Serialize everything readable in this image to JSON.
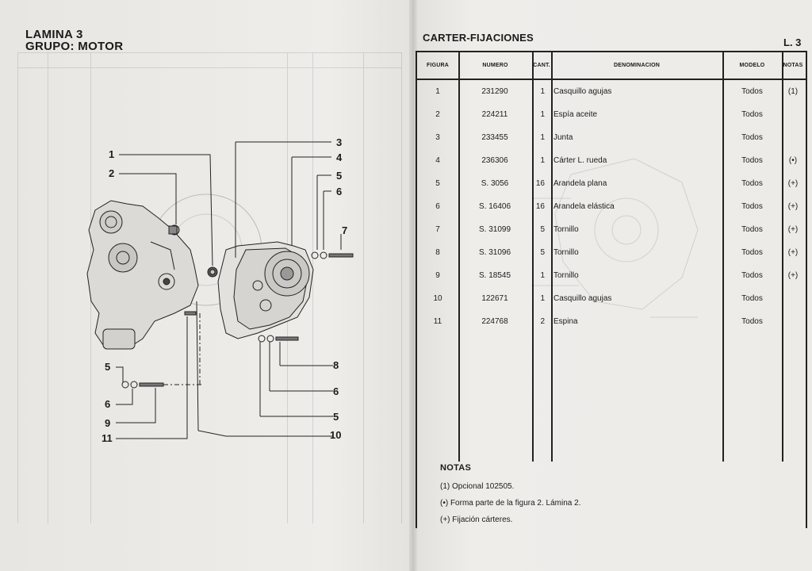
{
  "left": {
    "title_line1": "LAMINA 3",
    "title_line2": "GRUPO: MOTOR",
    "callouts_left": [
      "1",
      "2",
      "5",
      "6",
      "9",
      "11"
    ],
    "callouts_right": [
      "3",
      "4",
      "5",
      "6",
      "7",
      "8",
      "6",
      "5",
      "10"
    ]
  },
  "right": {
    "title": "CARTER-FIJACIONES",
    "code": "L. 3",
    "headers": {
      "figura": "FIGURA",
      "numero": "NUMERO",
      "cant": "CANT.",
      "denominacion": "DENOMINACION",
      "modelo": "MODELO",
      "notas": "NOTAS"
    },
    "rows": [
      {
        "figura": "1",
        "numero": "231290",
        "cant": "1",
        "denominacion": "Casquillo agujas",
        "modelo": "Todos",
        "notas": "(1)"
      },
      {
        "figura": "2",
        "numero": "224211",
        "cant": "1",
        "denominacion": "Espía aceite",
        "modelo": "Todos",
        "notas": ""
      },
      {
        "figura": "3",
        "numero": "233455",
        "cant": "1",
        "denominacion": "Junta",
        "modelo": "Todos",
        "notas": ""
      },
      {
        "figura": "4",
        "numero": "236306",
        "cant": "1",
        "denominacion": "Cárter L. rueda",
        "modelo": "Todos",
        "notas": "(•)"
      },
      {
        "figura": "5",
        "numero": "S. 3056",
        "cant": "16",
        "denominacion": "Arandela plana",
        "modelo": "Todos",
        "notas": "(+)"
      },
      {
        "figura": "6",
        "numero": "S. 16406",
        "cant": "16",
        "denominacion": "Arandela elástica",
        "modelo": "Todos",
        "notas": "(+)"
      },
      {
        "figura": "7",
        "numero": "S. 31099",
        "cant": "5",
        "denominacion": "Tornillo",
        "modelo": "Todos",
        "notas": "(+)"
      },
      {
        "figura": "8",
        "numero": "S. 31096",
        "cant": "5",
        "denominacion": "Tornillo",
        "modelo": "Todos",
        "notas": "(+)"
      },
      {
        "figura": "9",
        "numero": "S. 18545",
        "cant": "1",
        "denominacion": "Tornillo",
        "modelo": "Todos",
        "notas": "(+)"
      },
      {
        "figura": "10",
        "numero": "122671",
        "cant": "1",
        "denominacion": "Casquillo agujas",
        "modelo": "Todos",
        "notas": ""
      },
      {
        "figura": "11",
        "numero": "224768",
        "cant": "2",
        "denominacion": "Espina",
        "modelo": "Todos",
        "notas": ""
      }
    ],
    "notes_title": "NOTAS",
    "notes": [
      "(1) Opcional 102505.",
      "(•) Forma parte de la figura 2. Lámina 2.",
      "(+) Fijación cárteres."
    ]
  }
}
